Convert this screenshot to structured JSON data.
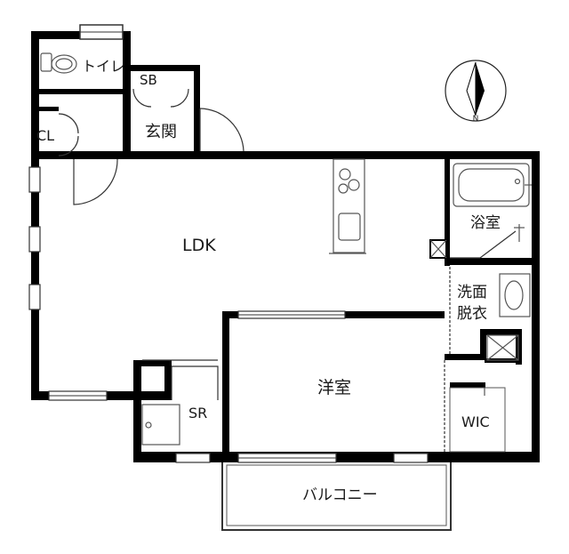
{
  "rooms": {
    "toilet": "トイレ",
    "shoe_box": "SB",
    "entrance": "玄関",
    "closet": "CL",
    "ldk": "LDK",
    "bath": "浴室",
    "washroom_line1": "洗面",
    "washroom_line2": "脱衣",
    "western_room": "洋室",
    "storage_room": "SR",
    "walk_in_closet": "WIC",
    "balcony": "バルコニー"
  },
  "compass": {
    "north_label": "N",
    "icon": "north-arrow-icon"
  },
  "colors": {
    "wall": "#000000",
    "line": "#333333",
    "fixture": "#555555"
  }
}
